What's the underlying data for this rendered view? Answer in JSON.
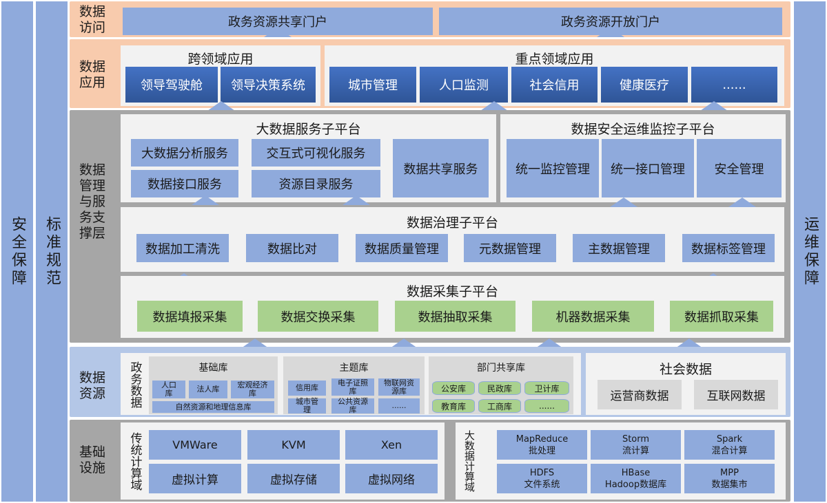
{
  "side_left": [
    "安全保障",
    "标准规范"
  ],
  "side_right": "运维保障",
  "access": {
    "label": "数据访问",
    "portals": [
      "政务资源共享门户",
      "政务资源开放门户"
    ]
  },
  "app": {
    "label": "数据应用",
    "cross": {
      "title": "跨领域应用",
      "items": [
        "领导驾驶舱",
        "领导决策系统"
      ]
    },
    "key": {
      "title": "重点领域应用",
      "items": [
        "城市管理",
        "人口监测",
        "社会信用",
        "健康医疗",
        "......"
      ]
    }
  },
  "mgmt": {
    "label": "数据管理与服务支撑层",
    "bigdata": {
      "title": "大数据服务子平台",
      "items": [
        "大数据分析服务",
        "交互式可视化服务",
        "数据接口服务",
        "资源目录服务",
        "数据共享服务"
      ]
    },
    "security": {
      "title": "数据安全运维监控子平台",
      "items": [
        "统一监控管理",
        "统一接口管理",
        "安全管理"
      ]
    },
    "governance": {
      "title": "数据治理子平台",
      "items": [
        "数据加工清洗",
        "数据比对",
        "数据质量管理",
        "元数据管理",
        "主数据管理",
        "数据标签管理"
      ]
    },
    "collect": {
      "title": "数据采集子平台",
      "items": [
        "数据填报采集",
        "数据交换采集",
        "数据抽取采集",
        "机器数据采集",
        "数据抓取采集"
      ]
    }
  },
  "resource": {
    "label": "数据资源",
    "gov_label": "政务数据",
    "base": {
      "title": "基础库",
      "items": [
        "人口库",
        "法人库",
        "宏观经济库",
        "自然资源和地理信息库"
      ]
    },
    "theme": {
      "title": "主题库",
      "items": [
        "信用库",
        "电子证照库",
        "物联网资源库",
        "城市管理",
        "公共资源库",
        "......"
      ]
    },
    "dept": {
      "title": "部门共享库",
      "items": [
        "公安库",
        "民政库",
        "卫计库",
        "教育库",
        "工商库",
        "......"
      ]
    },
    "social": {
      "title": "社会数据",
      "items": [
        "运营商数据",
        "互联网数据"
      ]
    }
  },
  "infra": {
    "label": "基础设施",
    "traditional_label": "传统计算域",
    "traditional": [
      "VMWare",
      "KVM",
      "Xen",
      "虚拟计算",
      "虚拟存储",
      "虚拟网络"
    ],
    "bigdata_label": "大数据计算域",
    "bigdata": [
      {
        "name": "MapReduce",
        "desc": "批处理"
      },
      {
        "name": "Storm",
        "desc": "流计算"
      },
      {
        "name": "Spark",
        "desc": "混合计算"
      },
      {
        "name": "HDFS",
        "desc": "文件系统"
      },
      {
        "name": "HBase",
        "desc": "Hadoop数据库"
      },
      {
        "name": "MPP",
        "desc": "数据集市"
      }
    ]
  },
  "colors": {
    "side": "#8faadc",
    "orange_layer": "#f8cbad",
    "gray_layer": "#a6a6a6",
    "blue_layer": "#b4c7e7",
    "green": "#a9d18e",
    "dark_blue": "#2f5597"
  }
}
